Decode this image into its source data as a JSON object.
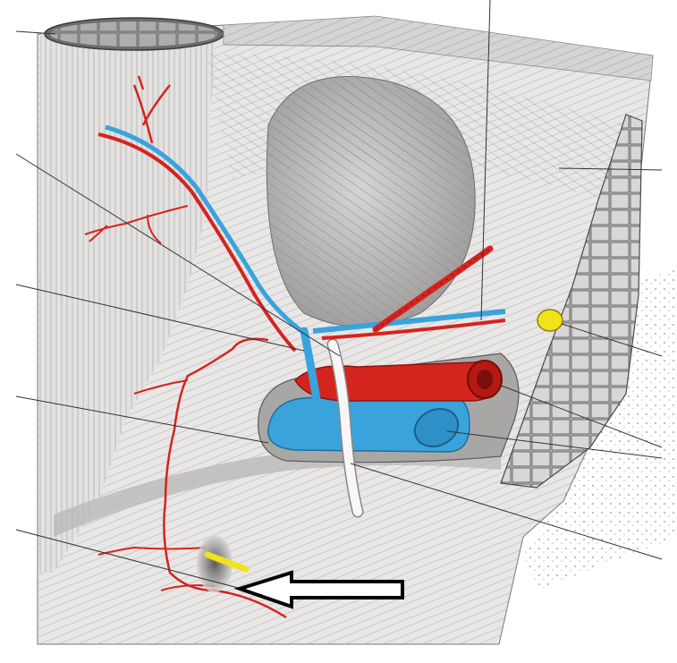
{
  "image": {
    "description_key": "anatomical-engraving-inguinal-region",
    "colors": {
      "background": "#ffffff",
      "tissue_light": "#ecebea",
      "tissue_mid": "#c9c7c5",
      "tissue_dark": "#7d7b79",
      "fiber": "#8c8a88",
      "artery": "#d4241e",
      "artery_dark": "#8e1410",
      "vein": "#3aa3dc",
      "vein_dark": "#1f6f9f",
      "nerve_yellow": "#f2e21a",
      "nerve_white": "#f7f7f7",
      "leader_line": "#333333",
      "arrow_stroke": "#000000",
      "arrow_fill": "#ffffff"
    },
    "leader_line_count": 10,
    "arrow": {
      "direction": "left",
      "style": "outlined"
    }
  }
}
